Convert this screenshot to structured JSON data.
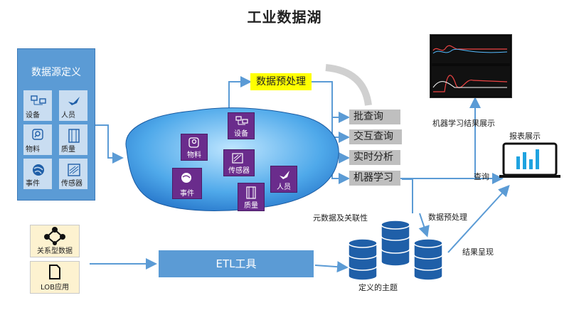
{
  "title": "工业数据湖",
  "source": {
    "title": "数据源定义",
    "tiles": [
      {
        "label": "设备",
        "icon": "device-icon"
      },
      {
        "label": "人员",
        "icon": "bird-icon"
      },
      {
        "label": "物料",
        "icon": "search-icon"
      },
      {
        "label": "质量",
        "icon": "film-icon"
      },
      {
        "label": "事件",
        "icon": "globe-icon"
      },
      {
        "label": "传感器",
        "icon": "sensor-icon"
      }
    ]
  },
  "lake_tiles": {
    "device": "设备",
    "material": "物料",
    "sensor": "传感器",
    "event": "事件",
    "person": "人员",
    "quality": "质量"
  },
  "preprocess": "数据预处理",
  "queries": [
    "批查询",
    "交互查询",
    "实时分析",
    "机器学习"
  ],
  "ml_results": "机器学习结果展示",
  "query_label": "查询",
  "report": "报表展示",
  "metadata": "元数据及关联性",
  "preprocess2": "数据预处理",
  "topics": "定义的主题",
  "result_present": "结果呈现",
  "etl": "ETL工具",
  "relational": "关系型数据",
  "lob": "LOB应用",
  "colors": {
    "accent_blue": "#5b9bd5",
    "purple": "#6a2c8c",
    "highlight": "#ffff00",
    "query_gray": "#bfbfbf"
  }
}
